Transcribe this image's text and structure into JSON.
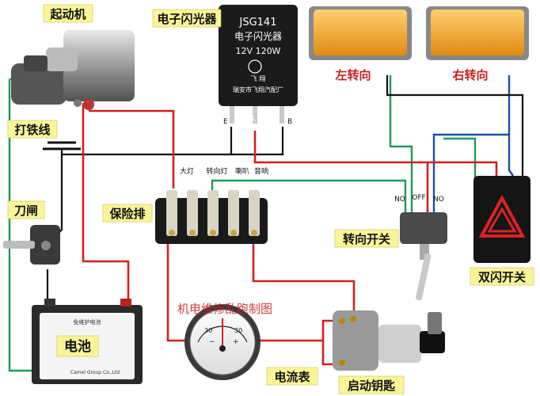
{
  "labels": {
    "starter": "起动机",
    "flasher": "电子闪光器",
    "left_turn": "左转向",
    "right_turn": "右转向",
    "ground_wire": "打铁线",
    "knife_switch": "刀闸",
    "fuse_box": "保险排",
    "turn_switch": "转向开关",
    "hazard_switch": "双闪开关",
    "battery": "电池",
    "ammeter": "电流表",
    "ignition_key": "启动钥匙"
  },
  "flasher": {
    "model": "JSG141",
    "name": "电子闪光器",
    "rating": "12V  120W",
    "brand": "飞 翔",
    "maker": "瑞安市飞翔汽配厂",
    "terminal_e": "E",
    "terminal_l": "L",
    "terminal_b": "B"
  },
  "fuse_labels": {
    "headlight": "大灯",
    "turn_light": "转向灯",
    "horn": "喇叭",
    "audio": "音响"
  },
  "switch_positions": {
    "no_left": "NO",
    "off": "OFF",
    "no_right": "NO"
  },
  "watermark": "机电维修乱跑制图",
  "ammeter_scale": {
    "left": "30",
    "right": "30",
    "minus": "−",
    "plus": "+"
  },
  "battery_print": {
    "top": "免维护电池",
    "brand": "Camel Group Co.,Ltd"
  },
  "colors": {
    "red_wire": "#d42020",
    "green_wire": "#1f9a5a",
    "blue_wire": "#1b4fa8",
    "black_wire": "#111111",
    "amber": "#f0a020",
    "label_bg": "#fbf59a"
  }
}
